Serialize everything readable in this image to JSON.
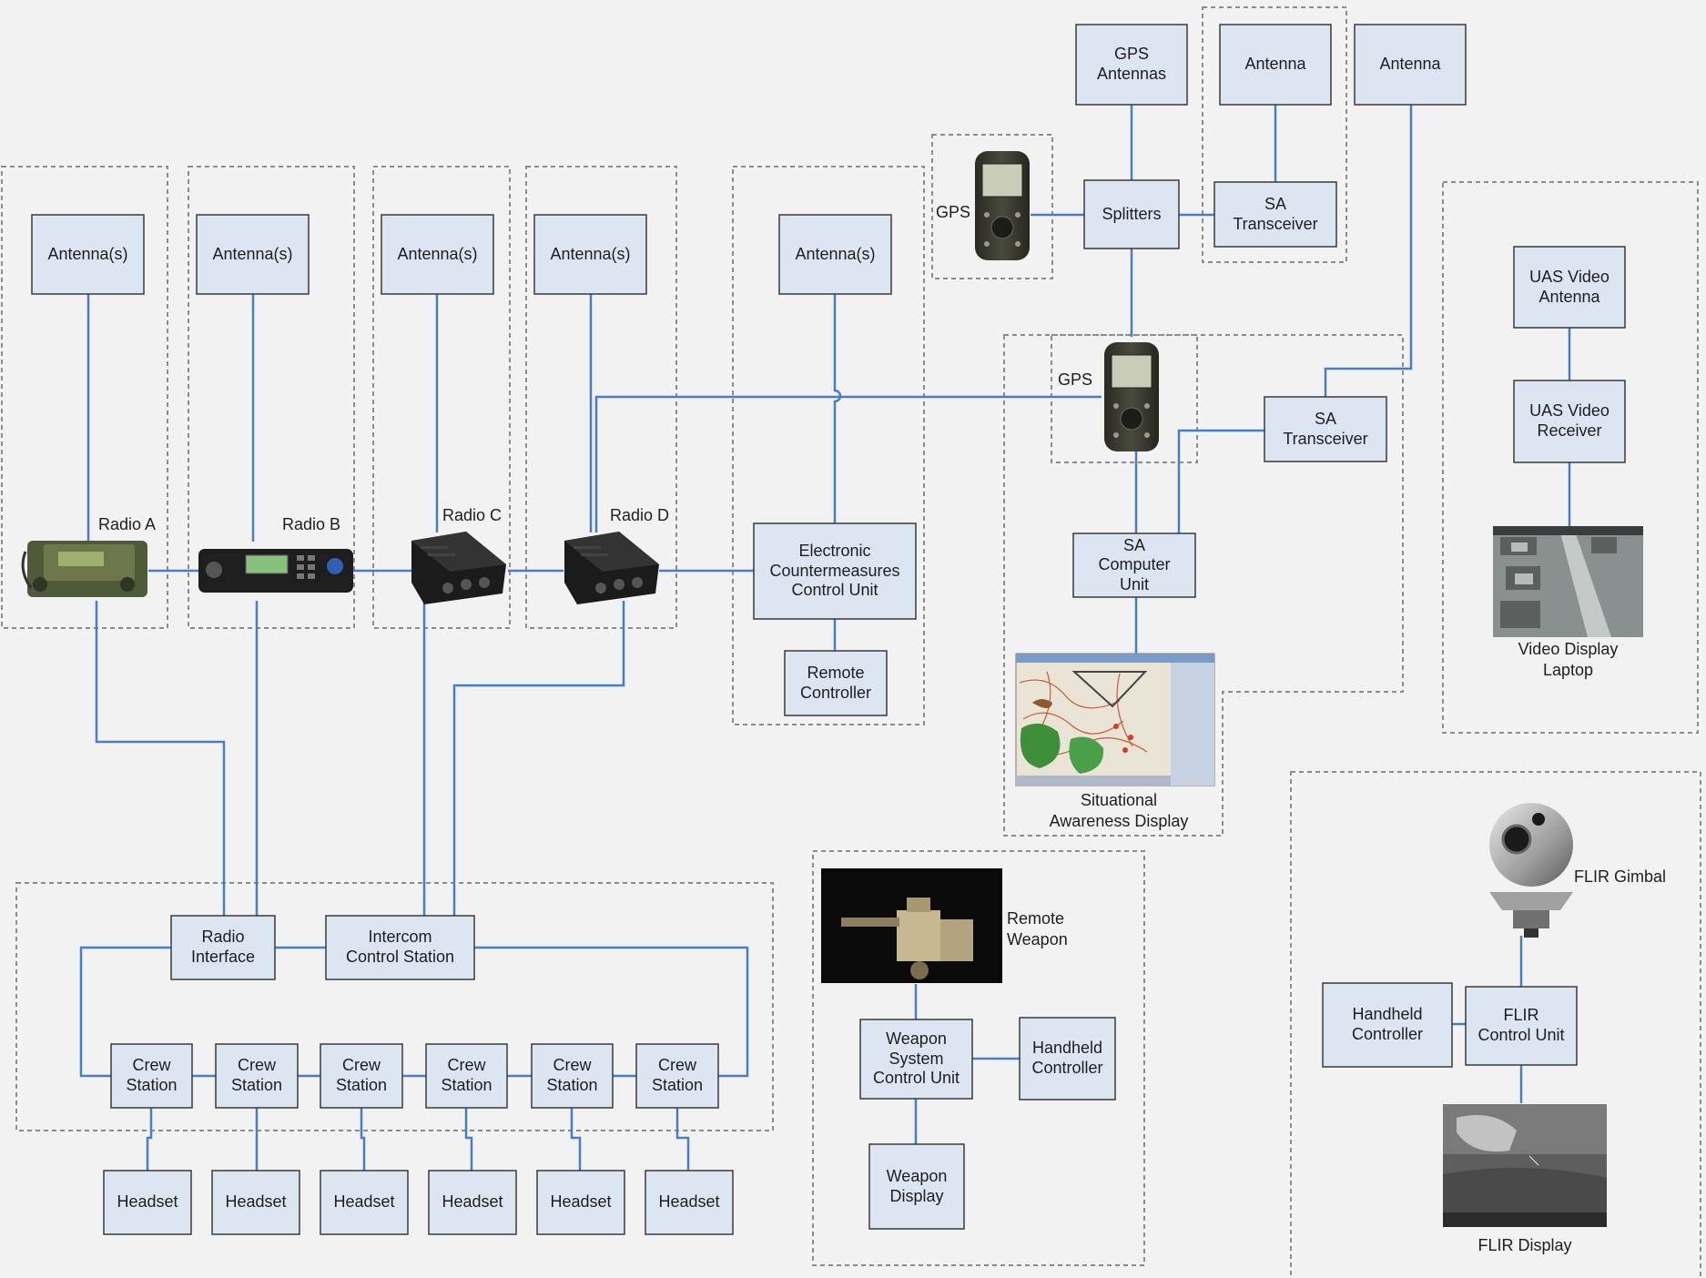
{
  "colors": {
    "background": "#f2f2f2",
    "box_fill": "#dce6f2",
    "box_stroke": "#3a3a3a",
    "connector": "#4a7ec4",
    "group_border": "#8c8c8c",
    "text": "#1e1e1e"
  },
  "boxes": {
    "gps_antennas": "GPS\nAntennas",
    "antenna_1": "Antenna",
    "antenna_2": "Antenna",
    "splitters": "Splitters",
    "sa_transceiver_top": "SA\nTransceiver",
    "antenna_radio_a": "Antenna(s)",
    "antenna_radio_b": "Antenna(s)",
    "antenna_radio_c": "Antenna(s)",
    "antenna_radio_d": "Antenna(s)",
    "antenna_ecm": "Antenna(s)",
    "ecm_control_unit": "Electronic\nCountermeasures\nControl Unit",
    "remote_controller": "Remote\nController",
    "sa_transceiver": "SA\nTransceiver",
    "sa_computer_unit": "SA\nComputer\nUnit",
    "uas_video_antenna": "UAS Video\nAntenna",
    "uas_video_receiver": "UAS Video\nReceiver",
    "radio_interface": "Radio\nInterface",
    "intercom_control_station": "Intercom\nControl Station",
    "crew_station": "Crew\nStation",
    "headset": "Headset",
    "weapon_system_control_unit": "Weapon\nSystem\nControl Unit",
    "handheld_controller_weapon": "Handheld\nController",
    "weapon_display": "Weapon\nDisplay",
    "handheld_controller_flir": "Handheld\nController",
    "flir_control_unit": "FLIR\nControl Unit"
  },
  "labels": {
    "radio_a": "Radio A",
    "radio_b": "Radio B",
    "radio_c": "Radio C",
    "radio_d": "Radio D",
    "gps_top": "GPS",
    "gps_mid": "GPS",
    "situational_awareness_display": "Situational\nAwareness Display",
    "video_display_laptop": "Video Display\nLaptop",
    "remote_weapon": "Remote\nWeapon",
    "flir_gimbal": "FLIR Gimbal",
    "flir_display": "FLIR Display"
  },
  "icons": {
    "radio_a": "manpack-radio-icon",
    "radio_b": "vehicle-radio-icon",
    "radio_c": "radio-transceiver-icon",
    "radio_d": "radio-transceiver-icon",
    "gps": "handheld-gps-icon",
    "map": "situational-awareness-map-icon",
    "video": "uas-aerial-video-icon",
    "weapon": "remote-weapon-station-icon",
    "flir_gimbal": "flir-gimbal-camera-icon",
    "flir_display": "flir-thermal-display-icon"
  }
}
